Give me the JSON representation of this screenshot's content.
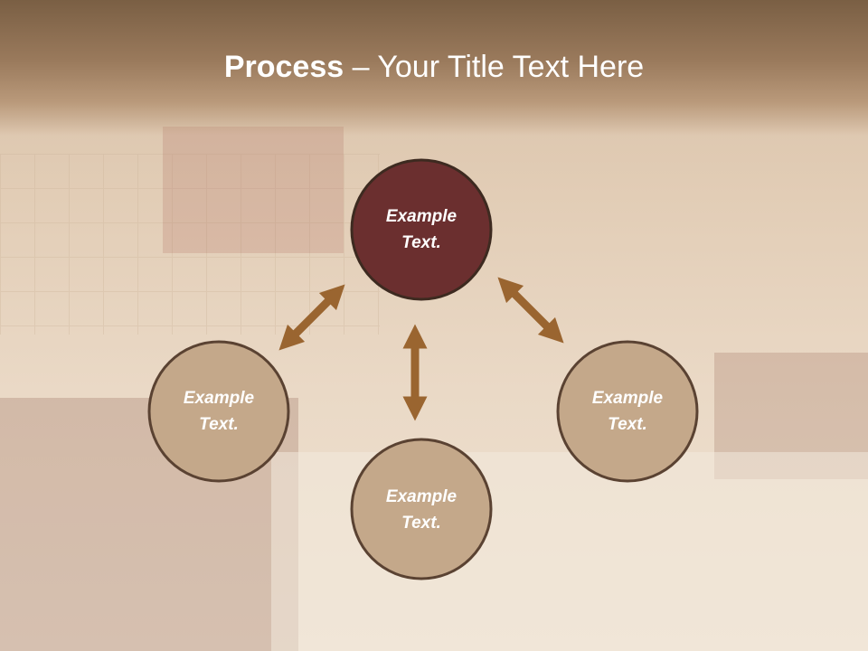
{
  "slide": {
    "title_bold": "Process",
    "title_dash": " – ",
    "title_rest": "Your Title Text Here"
  },
  "nodes": [
    {
      "line1": "Example",
      "line2": "Text.",
      "role": "top"
    },
    {
      "line1": "Example",
      "line2": "Text.",
      "role": "left"
    },
    {
      "line1": "Example",
      "line2": "Text.",
      "role": "right"
    },
    {
      "line1": "Example",
      "line2": "Text.",
      "role": "bottom"
    }
  ],
  "colors": {
    "header": "#8a6c4f",
    "node_primary": "#6b2f2f",
    "node_secondary": "#c4a88a",
    "node_border": "#4a3528",
    "arrow": "#9a6530"
  }
}
